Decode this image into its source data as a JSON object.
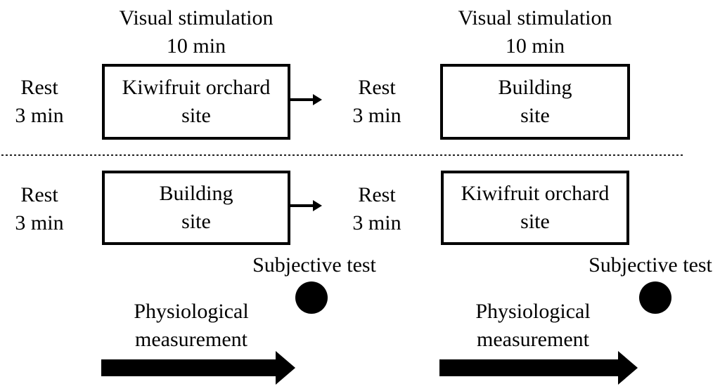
{
  "row1": {
    "header_left": {
      "line1": "Visual stimulation",
      "line2": "10 min"
    },
    "header_right": {
      "line1": "Visual stimulation",
      "line2": "10 min"
    },
    "rest_left": {
      "line1": "Rest",
      "line2": "3 min"
    },
    "box_left": {
      "line1": "Kiwifruit orchard",
      "line2": "site"
    },
    "rest_mid": {
      "line1": "Rest",
      "line2": "3 min"
    },
    "box_right": {
      "line1": "Building",
      "line2": "site"
    }
  },
  "row2": {
    "rest_left": {
      "line1": "Rest",
      "line2": "3 min"
    },
    "box_left": {
      "line1": "Building",
      "line2": "site"
    },
    "rest_mid": {
      "line1": "Rest",
      "line2": "3 min"
    },
    "box_right": {
      "line1": "Kiwifruit orchard",
      "line2": "site"
    }
  },
  "bottom_left": {
    "subjective_label": "Subjective test",
    "physiological": {
      "line1": "Physiological",
      "line2": "measurement"
    }
  },
  "bottom_right": {
    "subjective_label": "Subjective test",
    "physiological": {
      "line1": "Physiological",
      "line2": "measurement"
    }
  },
  "colors": {
    "ink": "#000000",
    "background": "#ffffff"
  }
}
